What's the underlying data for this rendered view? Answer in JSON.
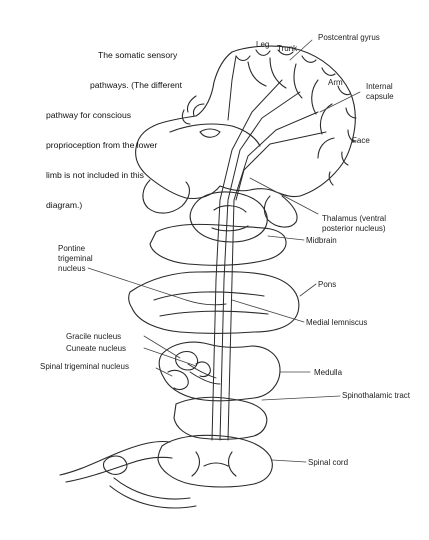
{
  "caption": {
    "line1": "The somatic sensory",
    "line2": "pathways. (The different",
    "line3": "pathway for conscious",
    "line4": "proprioception from the lower",
    "line5": "limb is not included in this",
    "line6": "diagram.)"
  },
  "labels": {
    "leg": "Leg",
    "trunk": "Trunk",
    "postcentral_gyrus": "Postcentral gyrus",
    "arm": "Arm",
    "internal_capsule_1": "Internal",
    "internal_capsule_2": "capsule",
    "face": "Face",
    "thalamus_1": "Thalamus (ventral",
    "thalamus_2": "posterior nucleus)",
    "midbrain": "Midbrain",
    "pontine_1": "Pontine",
    "pontine_2": "trigeminal",
    "pontine_3": "nucleus",
    "pons": "Pons",
    "medial_lemniscus": "Medial lemniscus",
    "gracile": "Gracile nucleus",
    "cuneate": "Cuneate nucleus",
    "spinal_trigeminal": "Spinal trigeminal nucleus",
    "medulla": "Medulla",
    "spinothalamic": "Spinothalamic tract",
    "spinal_cord": "Spinal cord"
  }
}
